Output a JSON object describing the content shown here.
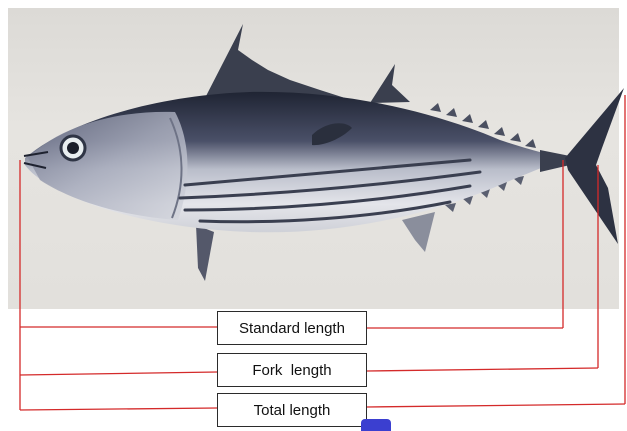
{
  "labels": {
    "standard": "Standard length",
    "fork": "Fork  length",
    "total": "Total length"
  },
  "colors": {
    "measure_line": "#d42a2a",
    "fish_back": "#2a2f3f",
    "fish_side": "#b8bcc8",
    "fish_belly": "#e8e9ee",
    "stripe": "#3a3f50",
    "accent_badge": "#3b3fd0"
  },
  "icons": {
    "fish": "skipjack-tuna-photo",
    "badge": "corner-badge"
  }
}
